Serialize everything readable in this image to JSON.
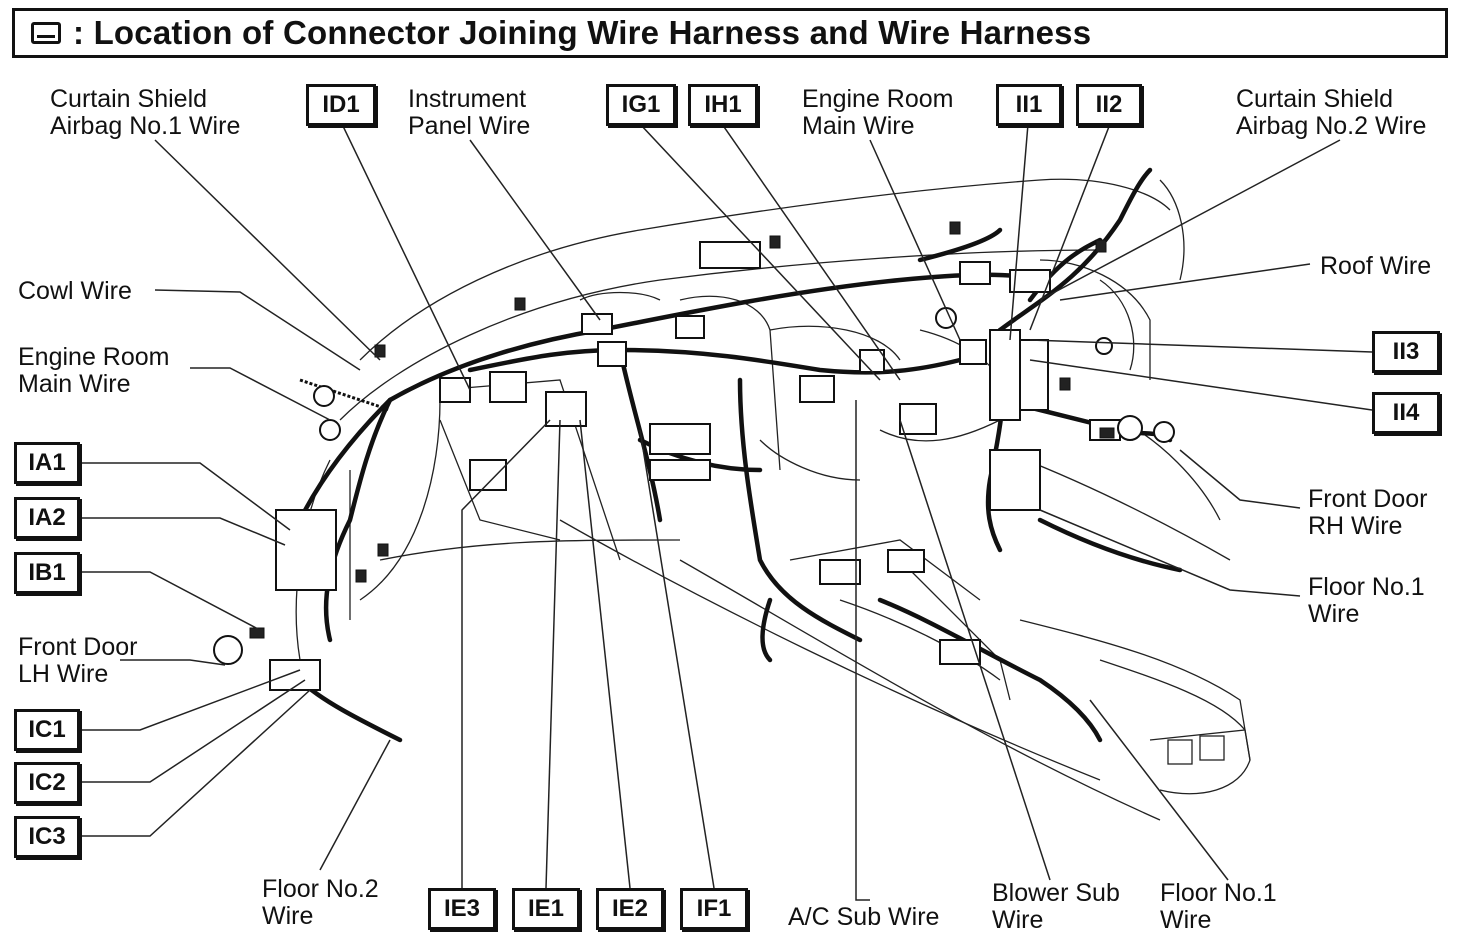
{
  "title": "Location of Connector Joining Wire Harness and Wire Harness",
  "labels": {
    "curtain_shield_1": "Curtain Shield\nAirbag No.1 Wire",
    "instrument_panel": "Instrument\nPanel Wire",
    "engine_room_top": "Engine Room\nMain Wire",
    "curtain_shield_2": "Curtain Shield\nAirbag No.2 Wire",
    "cowl": "Cowl Wire",
    "engine_room_left": "Engine Room\nMain Wire",
    "roof": "Roof Wire",
    "front_door_rh": "Front Door\nRH Wire",
    "floor1_right": "Floor No.1\nWire",
    "front_door_lh": "Front Door\nLH Wire",
    "floor2": "Floor No.2\nWire",
    "ac_sub": "A/C Sub Wire",
    "blower_sub": "Blower Sub\nWire",
    "floor1_bottom": "Floor No.1\nWire"
  },
  "connectors": {
    "ID1": "ID1",
    "IG1": "IG1",
    "IH1": "IH1",
    "II1": "II1",
    "II2": "II2",
    "II3": "II3",
    "II4": "II4",
    "IA1": "IA1",
    "IA2": "IA2",
    "IB1": "IB1",
    "IC1": "IC1",
    "IC2": "IC2",
    "IC3": "IC3",
    "IE3": "IE3",
    "IE1": "IE1",
    "IE2": "IE2",
    "IF1": "IF1"
  }
}
